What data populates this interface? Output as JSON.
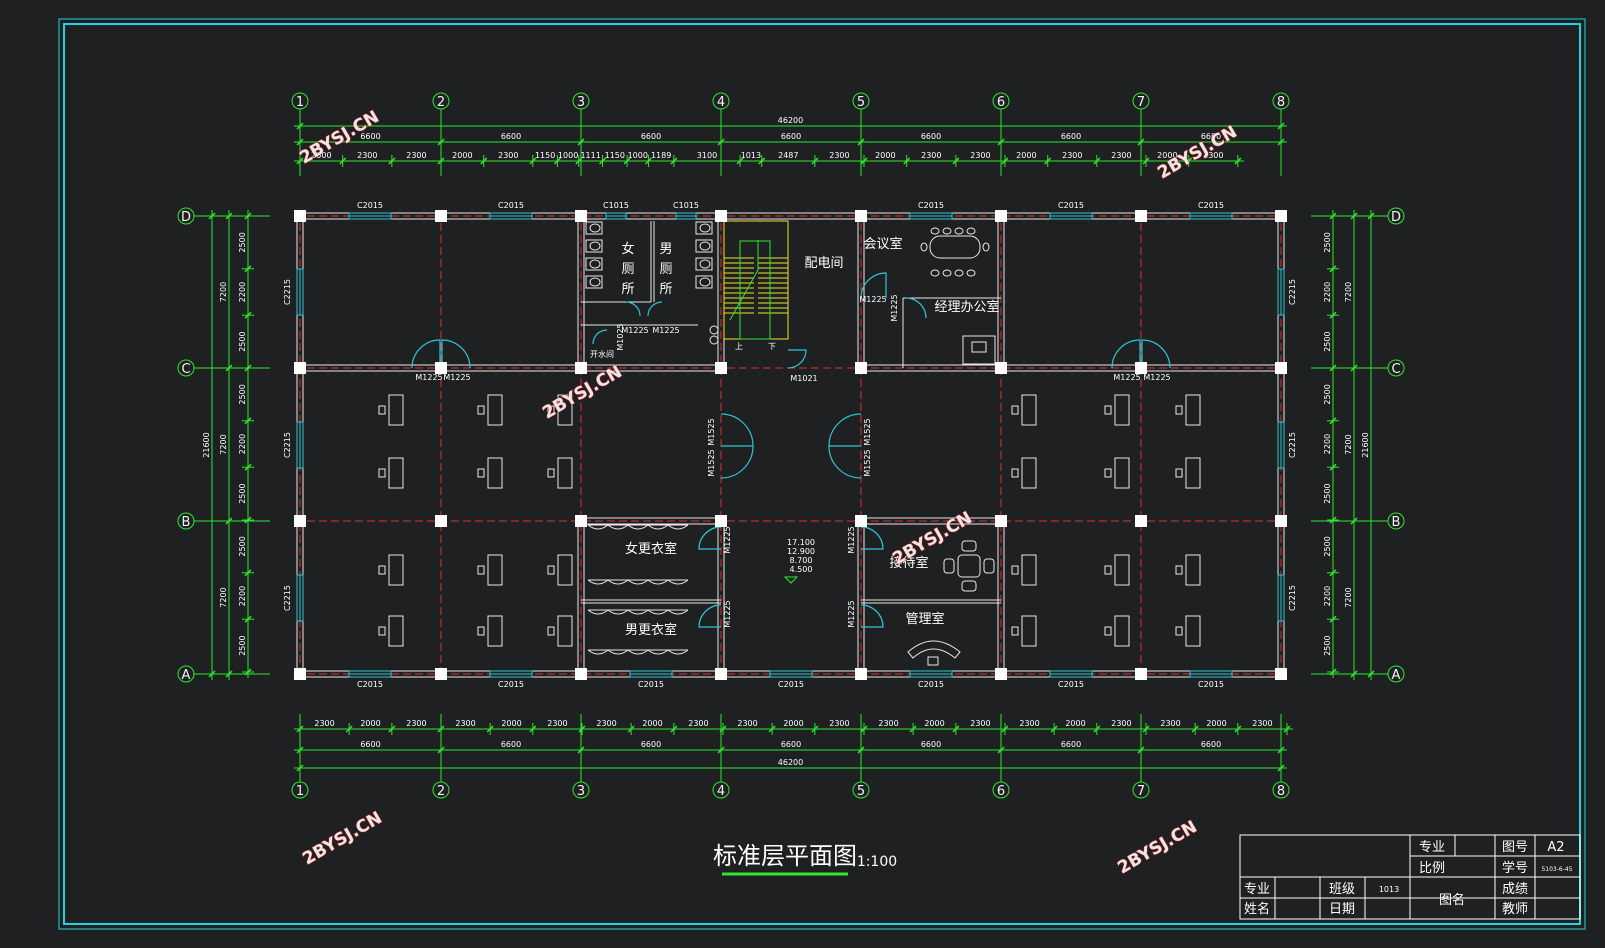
{
  "drawing": {
    "title": "标准层平面图",
    "scale": "1:100",
    "watermark": "2BYSJ.CN",
    "elevations": [
      "17.100",
      "12.900",
      "8.700",
      "4.500"
    ]
  },
  "grid": {
    "cols": [
      "1",
      "2",
      "3",
      "4",
      "5",
      "6",
      "7",
      "8"
    ],
    "rows": [
      "D",
      "C",
      "B",
      "A"
    ]
  },
  "dims": {
    "total": "46200",
    "bays": [
      "6600",
      "6600",
      "6600",
      "6600",
      "6600",
      "6600",
      "6600"
    ],
    "top_detail": [
      "2000",
      "2300",
      "2300",
      "2000",
      "2300",
      "1150",
      "1000",
      "1111",
      "1150",
      "1000",
      "1189",
      "3100",
      "1013",
      "2487",
      "2300",
      "2000",
      "2300",
      "2300",
      "2000",
      "2300",
      "2300",
      "2000",
      "2300"
    ],
    "bottom_detail": [
      "2300",
      "2000",
      "2300",
      "2300",
      "2000",
      "2300",
      "2300",
      "2000",
      "2300",
      "2300",
      "2000",
      "2300",
      "2300",
      "2000",
      "2300",
      "2300",
      "2000",
      "2300",
      "2300",
      "2000",
      "2300"
    ],
    "side_total": "21600",
    "side_bays": [
      "7200",
      "7200",
      "7200"
    ],
    "side_detail": [
      "2500",
      "2200",
      "2500"
    ]
  },
  "windows": {
    "top": [
      "C2015",
      "C2015",
      "C1015",
      "C1015",
      "C2015",
      "C2015",
      "C2015"
    ],
    "bottom": [
      "C2015",
      "C2015",
      "C2015",
      "C2015",
      "C2015",
      "C2015",
      "C2015"
    ],
    "side": "C2215"
  },
  "doors": {
    "m1225": "M1225",
    "m1525": "M1525",
    "m1021": "M1021",
    "m1025": "M1025"
  },
  "rooms": {
    "womens_wc": [
      "女",
      "厕",
      "所"
    ],
    "mens_wc": [
      "男",
      "厕",
      "所"
    ],
    "power_room": "配电间",
    "meeting_room": "会议室",
    "manager_office": "经理办公室",
    "water_room": "开水间",
    "womens_locker": "女更衣室",
    "mens_locker": "男更衣室",
    "reception": "接待室",
    "management": "管理室",
    "stair_up": "上",
    "stair_down": "下"
  },
  "title_block": {
    "major": "专业",
    "scale_label": "比例",
    "drawing_no": "图号",
    "sheet_size": "A2",
    "student_no": "学号",
    "student_no_value": "5103-6-45",
    "major_2": "专业",
    "class_label": "班级",
    "class_value": "1013",
    "grade": "成绩",
    "name": "姓名",
    "date": "日期",
    "drawing_name": "图名",
    "teacher": "教师"
  },
  "colors": {
    "frame": "#1fd3e0",
    "dimension": "#2ee82e",
    "wall": "#e8e8e8",
    "axis": "#e03030",
    "window": "#2cc6d4",
    "door": "#2cc6d4",
    "column": "#ffffff",
    "stair": "#e8e22a",
    "watermark_outline": "#d81d1d"
  }
}
